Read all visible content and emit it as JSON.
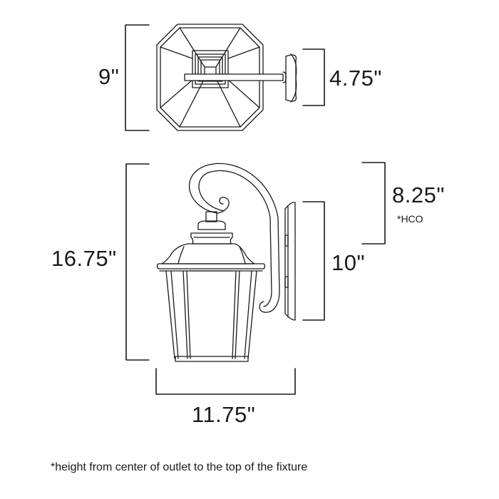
{
  "diagram": {
    "type": "product-dimension-drawing",
    "subject": "outdoor wall lantern",
    "colors": {
      "line": "#1a1a1a",
      "background": "#ffffff"
    },
    "views": [
      {
        "name": "top-view",
        "dimensions": {
          "depth": {
            "value": "9\"",
            "orientation": "vertical",
            "side": "left"
          },
          "backplate_width": {
            "value": "4.75\"",
            "orientation": "vertical",
            "side": "right"
          }
        }
      },
      {
        "name": "side-view",
        "dimensions": {
          "height": {
            "value": "16.75\"",
            "orientation": "vertical",
            "side": "left"
          },
          "hco": {
            "value": "8.25\"",
            "note": "*HCO",
            "orientation": "vertical",
            "side": "right"
          },
          "backplate_height": {
            "value": "10\"",
            "orientation": "vertical",
            "side": "right"
          },
          "width": {
            "value": "11.75\"",
            "orientation": "horizontal",
            "side": "bottom"
          }
        }
      }
    ],
    "footnote": "*height from center of outlet to the top of the fixture"
  }
}
